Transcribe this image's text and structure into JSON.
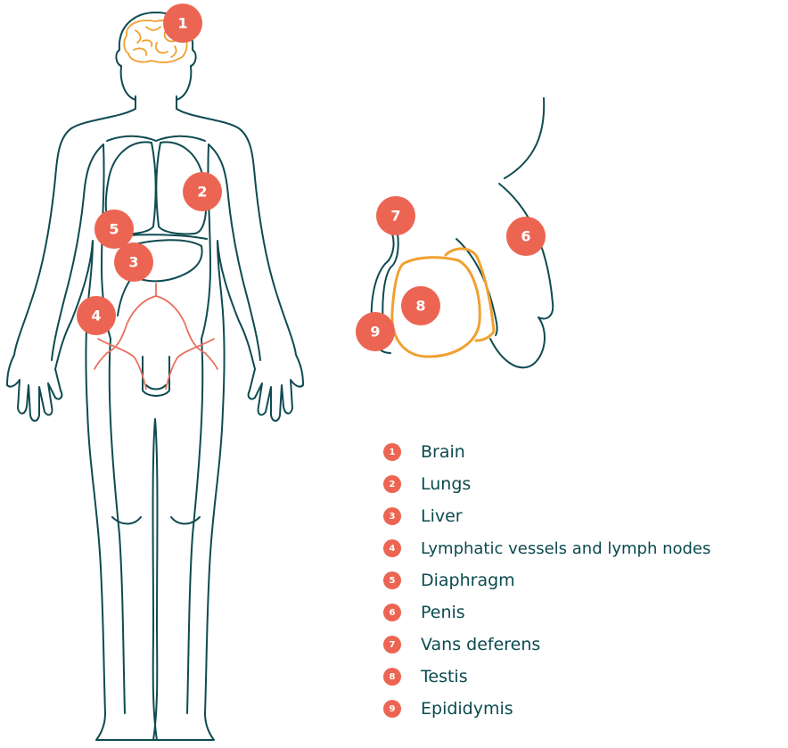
{
  "colors": {
    "outline": "#0e4b50",
    "marker": "#ec6553",
    "organ": "#f0a030",
    "lymph": "#e8705e",
    "text": "#0b4a4f"
  },
  "markers": [
    {
      "id": "1",
      "target": "brain"
    },
    {
      "id": "2",
      "target": "lungs"
    },
    {
      "id": "3",
      "target": "liver"
    },
    {
      "id": "4",
      "target": "lymphatic"
    },
    {
      "id": "5",
      "target": "diaphragm"
    },
    {
      "id": "6",
      "target": "penis"
    },
    {
      "id": "7",
      "target": "vas-deferens"
    },
    {
      "id": "8",
      "target": "testis"
    },
    {
      "id": "9",
      "target": "epididymis"
    }
  ],
  "legend": [
    {
      "num": "1",
      "label": "Brain"
    },
    {
      "num": "2",
      "label": "Lungs"
    },
    {
      "num": "3",
      "label": "Liver"
    },
    {
      "num": "4",
      "label": "Lymphatic vessels and lymph nodes"
    },
    {
      "num": "5",
      "label": "Diaphragm"
    },
    {
      "num": "6",
      "label": "Penis"
    },
    {
      "num": "7",
      "label": "Vans deferens"
    },
    {
      "num": "8",
      "label": "Testis"
    },
    {
      "num": "9",
      "label": "Epididymis"
    }
  ]
}
